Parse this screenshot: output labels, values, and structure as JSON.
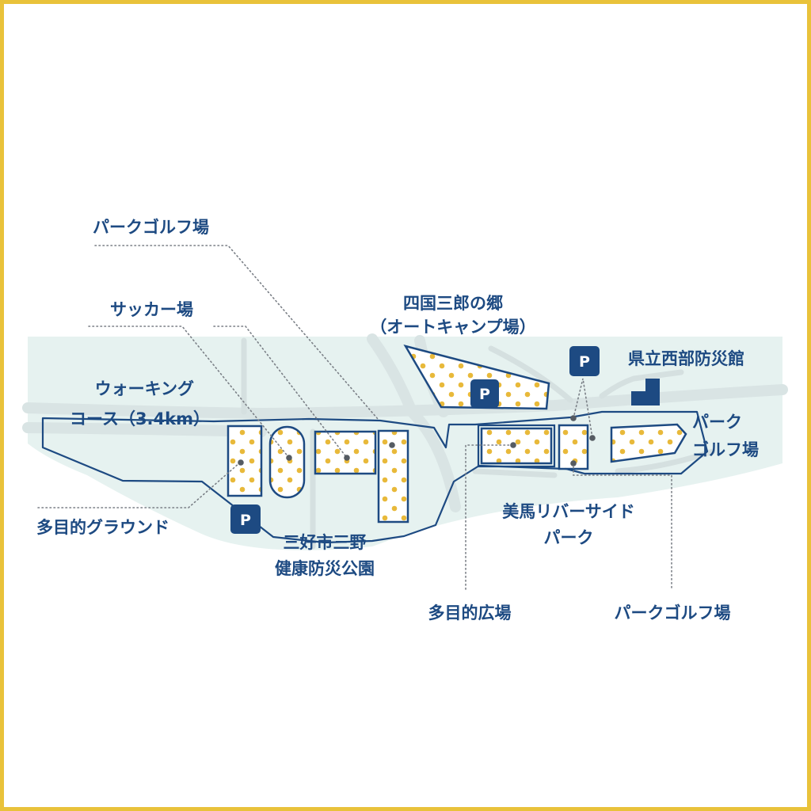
{
  "map": {
    "colors": {
      "border": "#e9c23a",
      "navy": "#1d4a82",
      "land": "#e6f2f0",
      "road": "#d9e4e4",
      "dot": "#e8b93a"
    },
    "labels": {
      "park_golf_top": "パークゴルフ場",
      "soccer": "サッカー場",
      "camp_line1": "四国三郎の郷",
      "camp_line2": "（オートキャンプ場）",
      "walking_line1": "ウォーキング",
      "walking_line2": "コース（3.4km）",
      "multi_ground": "多目的グラウンド",
      "miyoshi_line1": "三好市三野",
      "miyoshi_line2": "健康防災公園",
      "west_center": "県立西部防災館",
      "park_golf_right_line1": "パーク",
      "park_golf_right_line2": "ゴルフ場",
      "mima_line1": "美馬リバーサイド",
      "mima_line2": "パーク",
      "multi_plaza": "多目的広場",
      "park_golf_bottom": "パークゴルフ場"
    },
    "parking": {
      "label": "P",
      "icon": "parking-icon"
    },
    "building_icon": "building-icon"
  }
}
